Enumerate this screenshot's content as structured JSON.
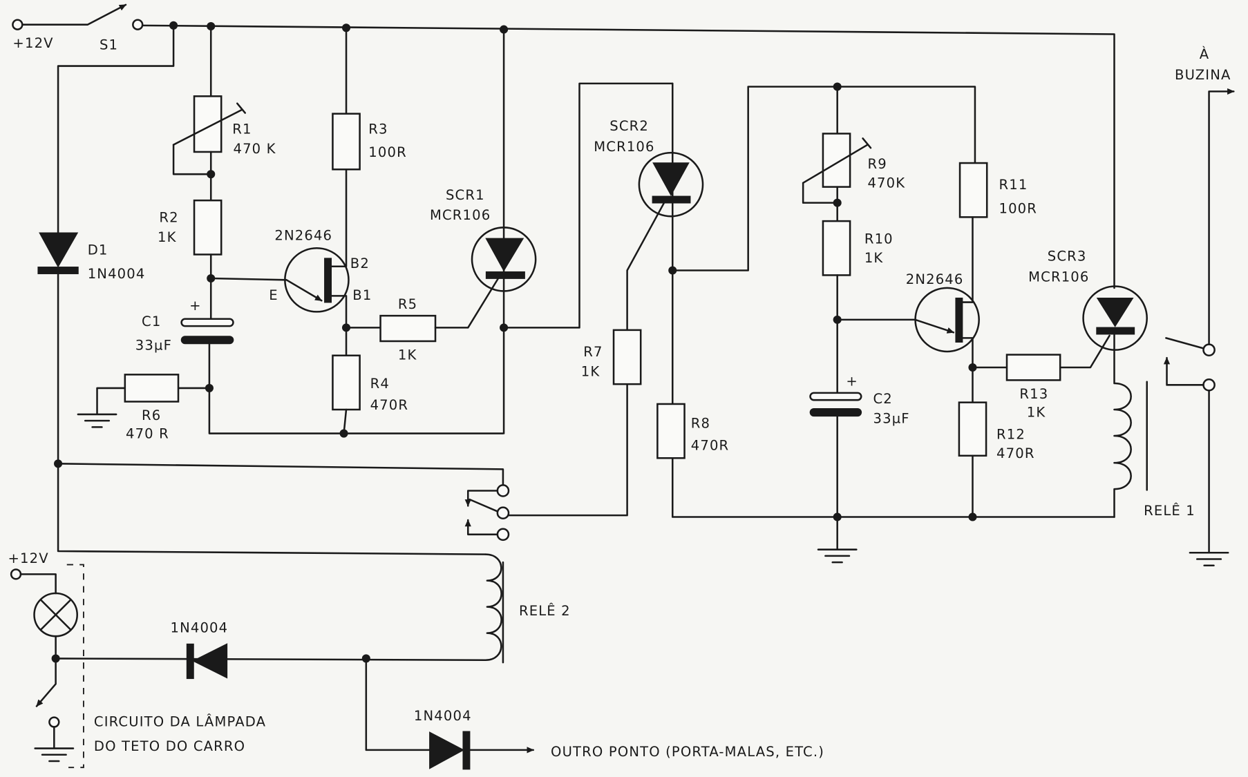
{
  "supply": {
    "input": "+12V",
    "switch": "S1"
  },
  "d1": {
    "name": "D1",
    "part": "1N4004"
  },
  "r1": {
    "name": "R1",
    "value": "470 K"
  },
  "r2": {
    "name": "R2",
    "value": "1K"
  },
  "r3": {
    "name": "R3",
    "value": "100R"
  },
  "r4": {
    "name": "R4",
    "value": "470R"
  },
  "r5": {
    "name": "R5",
    "value": "1K"
  },
  "r6": {
    "name": "R6",
    "value": "470 R"
  },
  "r7": {
    "name": "R7",
    "value": "1K"
  },
  "r8": {
    "name": "R8",
    "value": "470R"
  },
  "r9": {
    "name": "R9",
    "value": "470K"
  },
  "r10": {
    "name": "R10",
    "value": "1K"
  },
  "r11": {
    "name": "R11",
    "value": "100R"
  },
  "r12": {
    "name": "R12",
    "value": "470R"
  },
  "r13": {
    "name": "R13",
    "value": "1K"
  },
  "c1": {
    "name": "C1",
    "value": "33µF",
    "polarity": "+"
  },
  "c2": {
    "name": "C2",
    "value": "33µF",
    "polarity": "+"
  },
  "ujt1": {
    "part": "2N2646",
    "b2": "B2",
    "b1": "B1",
    "e": "E"
  },
  "ujt2": {
    "part": "2N2646"
  },
  "scr1": {
    "name": "SCR1",
    "part": "MCR106"
  },
  "scr2": {
    "name": "SCR2",
    "part": "MCR106"
  },
  "scr3": {
    "name": "SCR3",
    "part": "MCR106"
  },
  "relay1": {
    "name": "RELÊ 1"
  },
  "relay2": {
    "name": "RELÊ 2"
  },
  "horn": {
    "line1": "À",
    "line2": "BUZINA"
  },
  "lamp": {
    "supply": "+12V",
    "caption_line1": "CIRCUITO DA LÂMPADA",
    "caption_line2": "DO TETO DO CARRO"
  },
  "diode_lamp": {
    "part": "1N4004"
  },
  "diode_other": {
    "part": "1N4004"
  },
  "other_point": {
    "label": "OUTRO PONTO (PORTA-MALAS, ETC.)"
  }
}
